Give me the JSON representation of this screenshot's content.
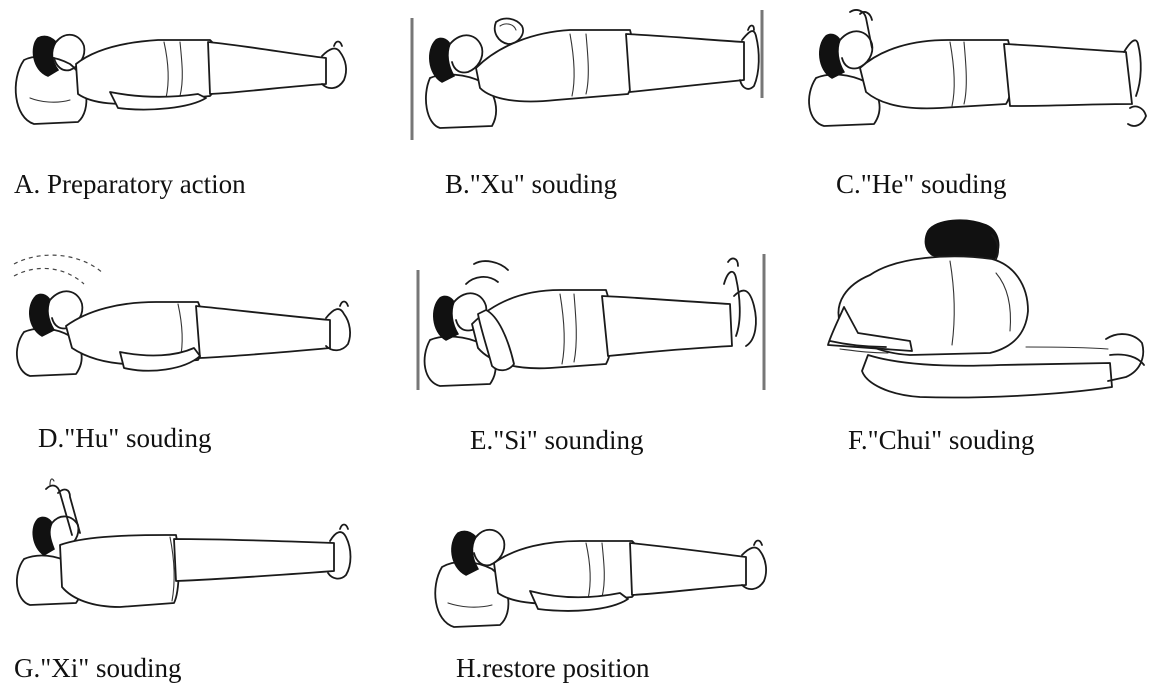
{
  "figure": {
    "panels": [
      {
        "key": "A",
        "caption": "A. Preparatory action"
      },
      {
        "key": "B",
        "caption": "B.\"Xu\" souding"
      },
      {
        "key": "C",
        "caption": "C.\"He\" souding"
      },
      {
        "key": "D",
        "caption": "D.\"Hu\" souding"
      },
      {
        "key": "E",
        "caption": "E.\"Si\" sounding"
      },
      {
        "key": "F",
        "caption": "F.\"Chui\" souding"
      },
      {
        "key": "G",
        "caption": "G.\"Xi\" souding"
      },
      {
        "key": "H",
        "caption": "H.restore position"
      }
    ]
  }
}
